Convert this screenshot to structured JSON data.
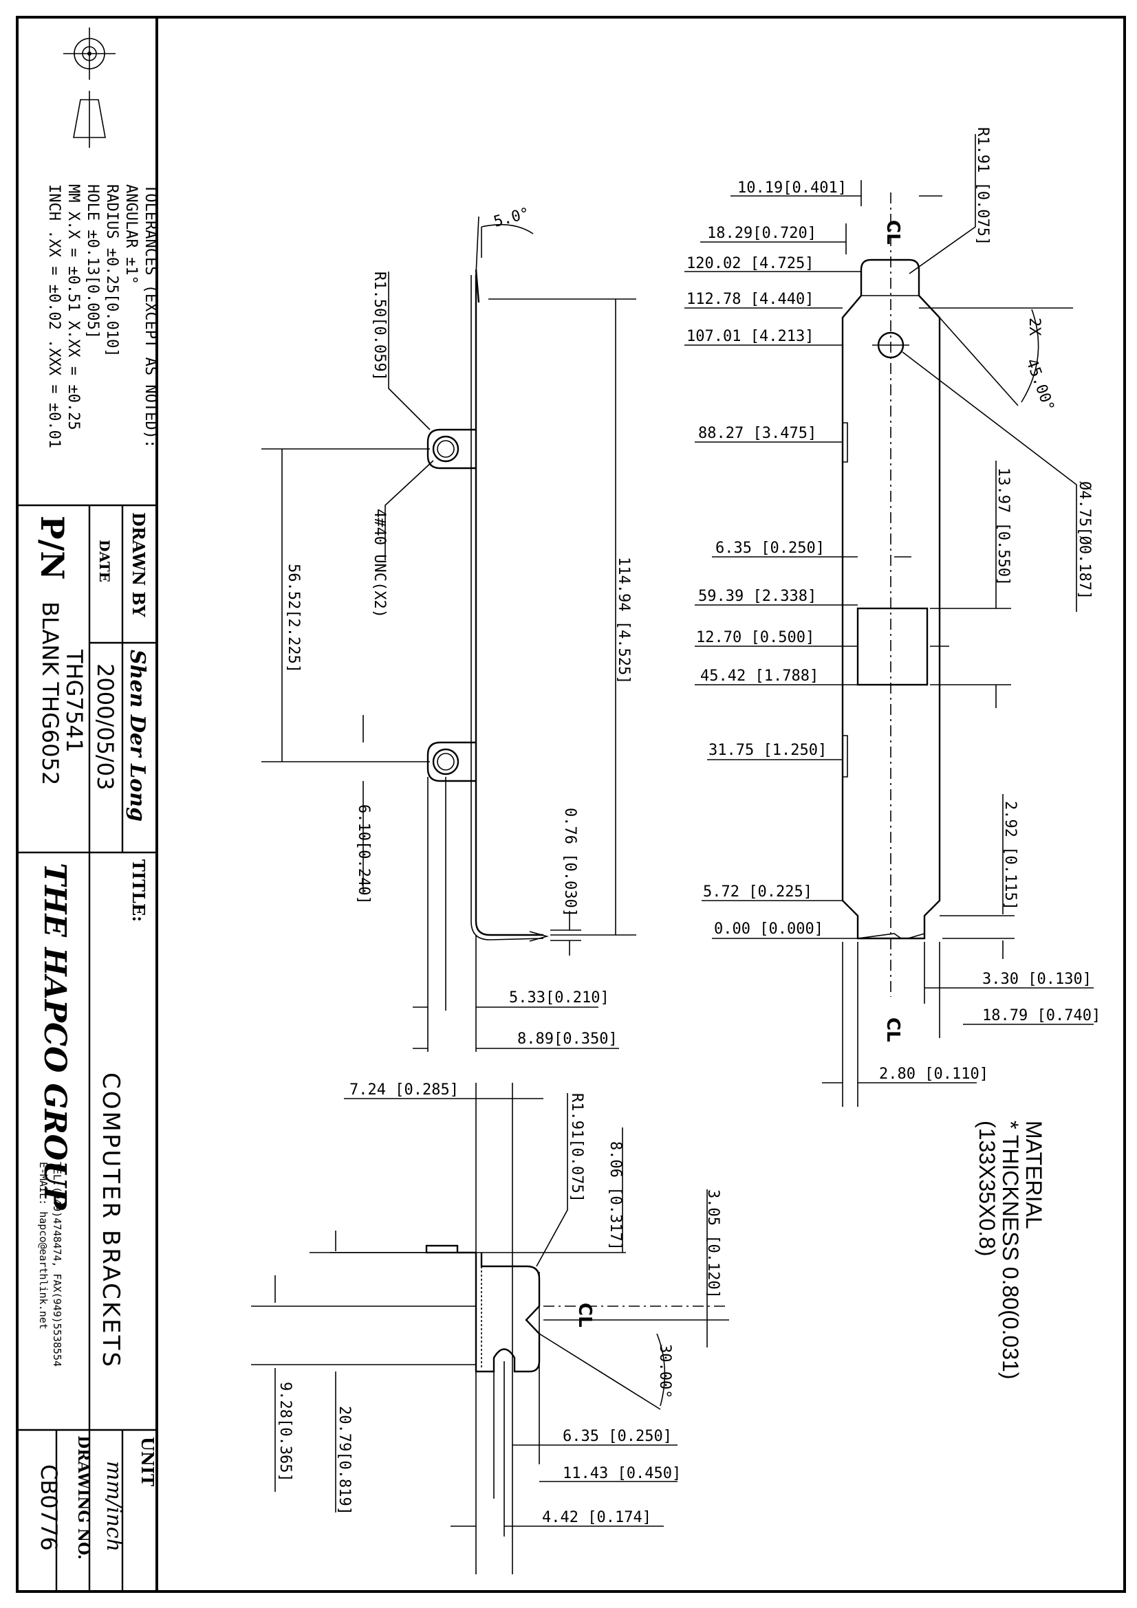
{
  "title_block": {
    "tolerances_heading": "TOLERANCES (EXCEPT AS NOTED):",
    "angular": "ANGULAR ±1°",
    "radius": "RADIUS ±0.25[0.010]",
    "hole": "HOLE ±0.13[0.005]",
    "mm_line": "MM X.X = ±0.51 X.XX = ±0.25",
    "inch_line": "INCH .XX = ±0.02 .XXX = ±0.01",
    "drawn_by_label": "DRAWN BY",
    "drawn_by_value": "Shen Der Long",
    "date_label": "DATE",
    "date_value": "2000/05/03",
    "pn_label": "P/N",
    "pn_value": "THG7541",
    "blank_value": "BLANK THG6052",
    "title_label": "TITLE:",
    "title_value": "COMPUTER BRACKETS",
    "company": "THE HAPCO GROUP",
    "contact_tel": "TEL:(949)4748474, FAX(949)5538554",
    "contact_email": "E-MAIL: hapco@earthlink.net",
    "unit_label": "UNIT",
    "unit_value": "mm/inch",
    "drawing_no_label": "DRAWING NO.",
    "drawing_no_value": "CB0776"
  },
  "material_note": {
    "line1": "MATERIAL",
    "line2": "* THICKNESS 0.80(0.031)",
    "line3": "(133X35X0.8)"
  },
  "centerline_symbol": "CL",
  "side_view": {
    "angle": "5.0°",
    "radius": "R1.50[0.059]",
    "thread": "4#40 UNC(X2)",
    "hole_spacing": "56.52[2.225]",
    "overall_length": "114.94 [4.525]",
    "hole_offset": "6.10[0.240]",
    "end_thickness": "0.76 [0.030]",
    "offset_a": "5.33[0.210]",
    "offset_b": "8.89[0.350]"
  },
  "end_view": {
    "width_a": "7.24 [0.285]",
    "radius": "R1.91[0.075]",
    "dim_a": "8.06 [0.317]",
    "dim_b": "3.05 [0.120]",
    "angle": "30.00°",
    "dim_c": "9.28[0.365]",
    "dim_d": "20.79[0.819]",
    "width_b": "6.35 [0.250]",
    "width_c": "11.43 [0.450]",
    "width_d": "4.42 [0.174]"
  },
  "flat_view": {
    "radius": "R1.91 [0.075]",
    "ord_1": "10.19[0.401]",
    "ord_2": "18.29[0.720]",
    "ord_3": "120.02 [4.725]",
    "ord_4": "112.78 [4.440]",
    "ord_5": "107.01 [4.213]",
    "chamfer": "2X",
    "chamfer_angle": "45.00°",
    "ord_6": "88.27 [3.475]",
    "slot_h": "13.97 [0.550]",
    "hole_dia": "Ø4.75[Ø0.187]",
    "ord_7": "6.35 [0.250]",
    "ord_8": "59.39 [2.338]",
    "ord_9": "12.70 [0.500]",
    "ord_10": "45.42 [1.788]",
    "ord_11": "31.75 [1.250]",
    "notch": "2.92 [0.115]",
    "ord_12": "5.72 [0.225]",
    "ord_13": "0.00 [0.000]",
    "tab_a": "3.30 [0.130]",
    "tab_b": "18.79 [0.740]",
    "tab_c": "2.80 [0.110]"
  }
}
